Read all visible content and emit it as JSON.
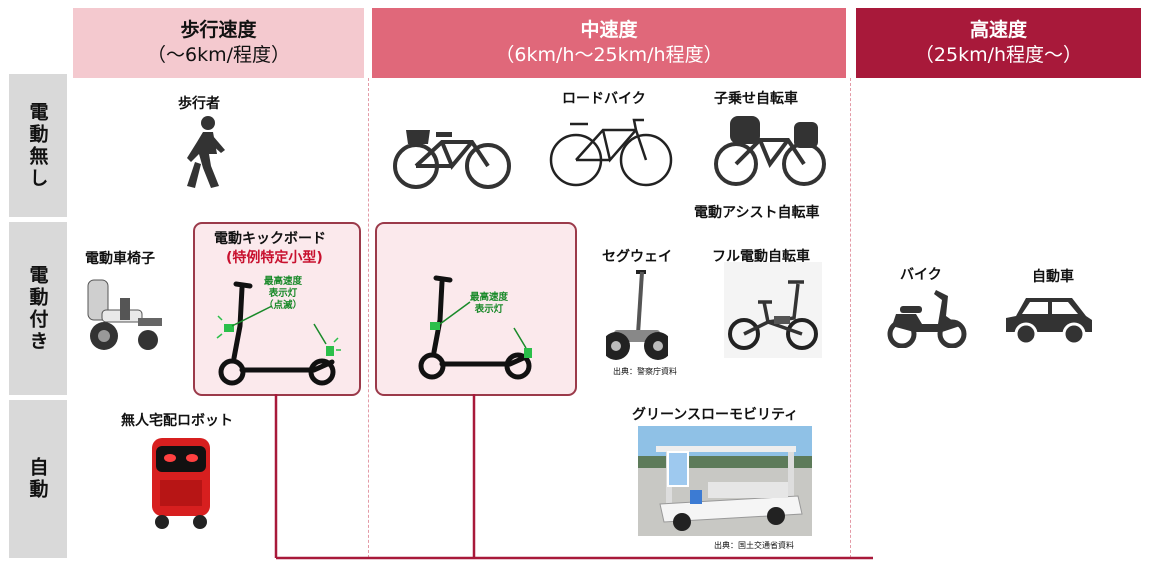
{
  "headers": {
    "walking": {
      "title": "歩行速度",
      "sub": "（〜6km/程度）",
      "color": "#f4c9cf"
    },
    "medium": {
      "title": "中速度",
      "sub": "（6km/h〜25km/h程度）",
      "color": "#e0687a"
    },
    "high": {
      "title": "高速度",
      "sub": "（25km/h程度〜）",
      "color": "#a8193a"
    }
  },
  "rows": {
    "unpowered": "電動無し",
    "powered": "電動付き",
    "autonomous": "自動"
  },
  "vehicles": {
    "pedestrian": "歩行者",
    "road_bike": "ロードバイク",
    "child_seat_bike": "子乗せ自転車",
    "assist_bike": "電動アシスト自転車",
    "wheelchair": "電動車椅子",
    "kickboard": "電動キックボード",
    "kickboard_special": "(特例特定小型)",
    "segway": "セグウェイ",
    "full_ebike": "フル電動自転車",
    "motorbike": "バイク",
    "car": "自動車",
    "robot": "無人宅配ロボット",
    "green_slow": "グリーンスローモビリティ"
  },
  "annotations": {
    "max_speed_lamp_blink_1": "最高速度",
    "max_speed_lamp_blink_2": "表示灯",
    "max_speed_lamp_blink_3": "（点滅）",
    "max_speed_lamp_1": "最高速度",
    "max_speed_lamp_2": "表示灯"
  },
  "sources": {
    "police": "出典：警察庁資料",
    "mlit": "出典：国土交通省資料"
  },
  "colors": {
    "accent": "#a8193a",
    "box_border": "#9b3a4a",
    "note_green": "#1a8a2a"
  }
}
